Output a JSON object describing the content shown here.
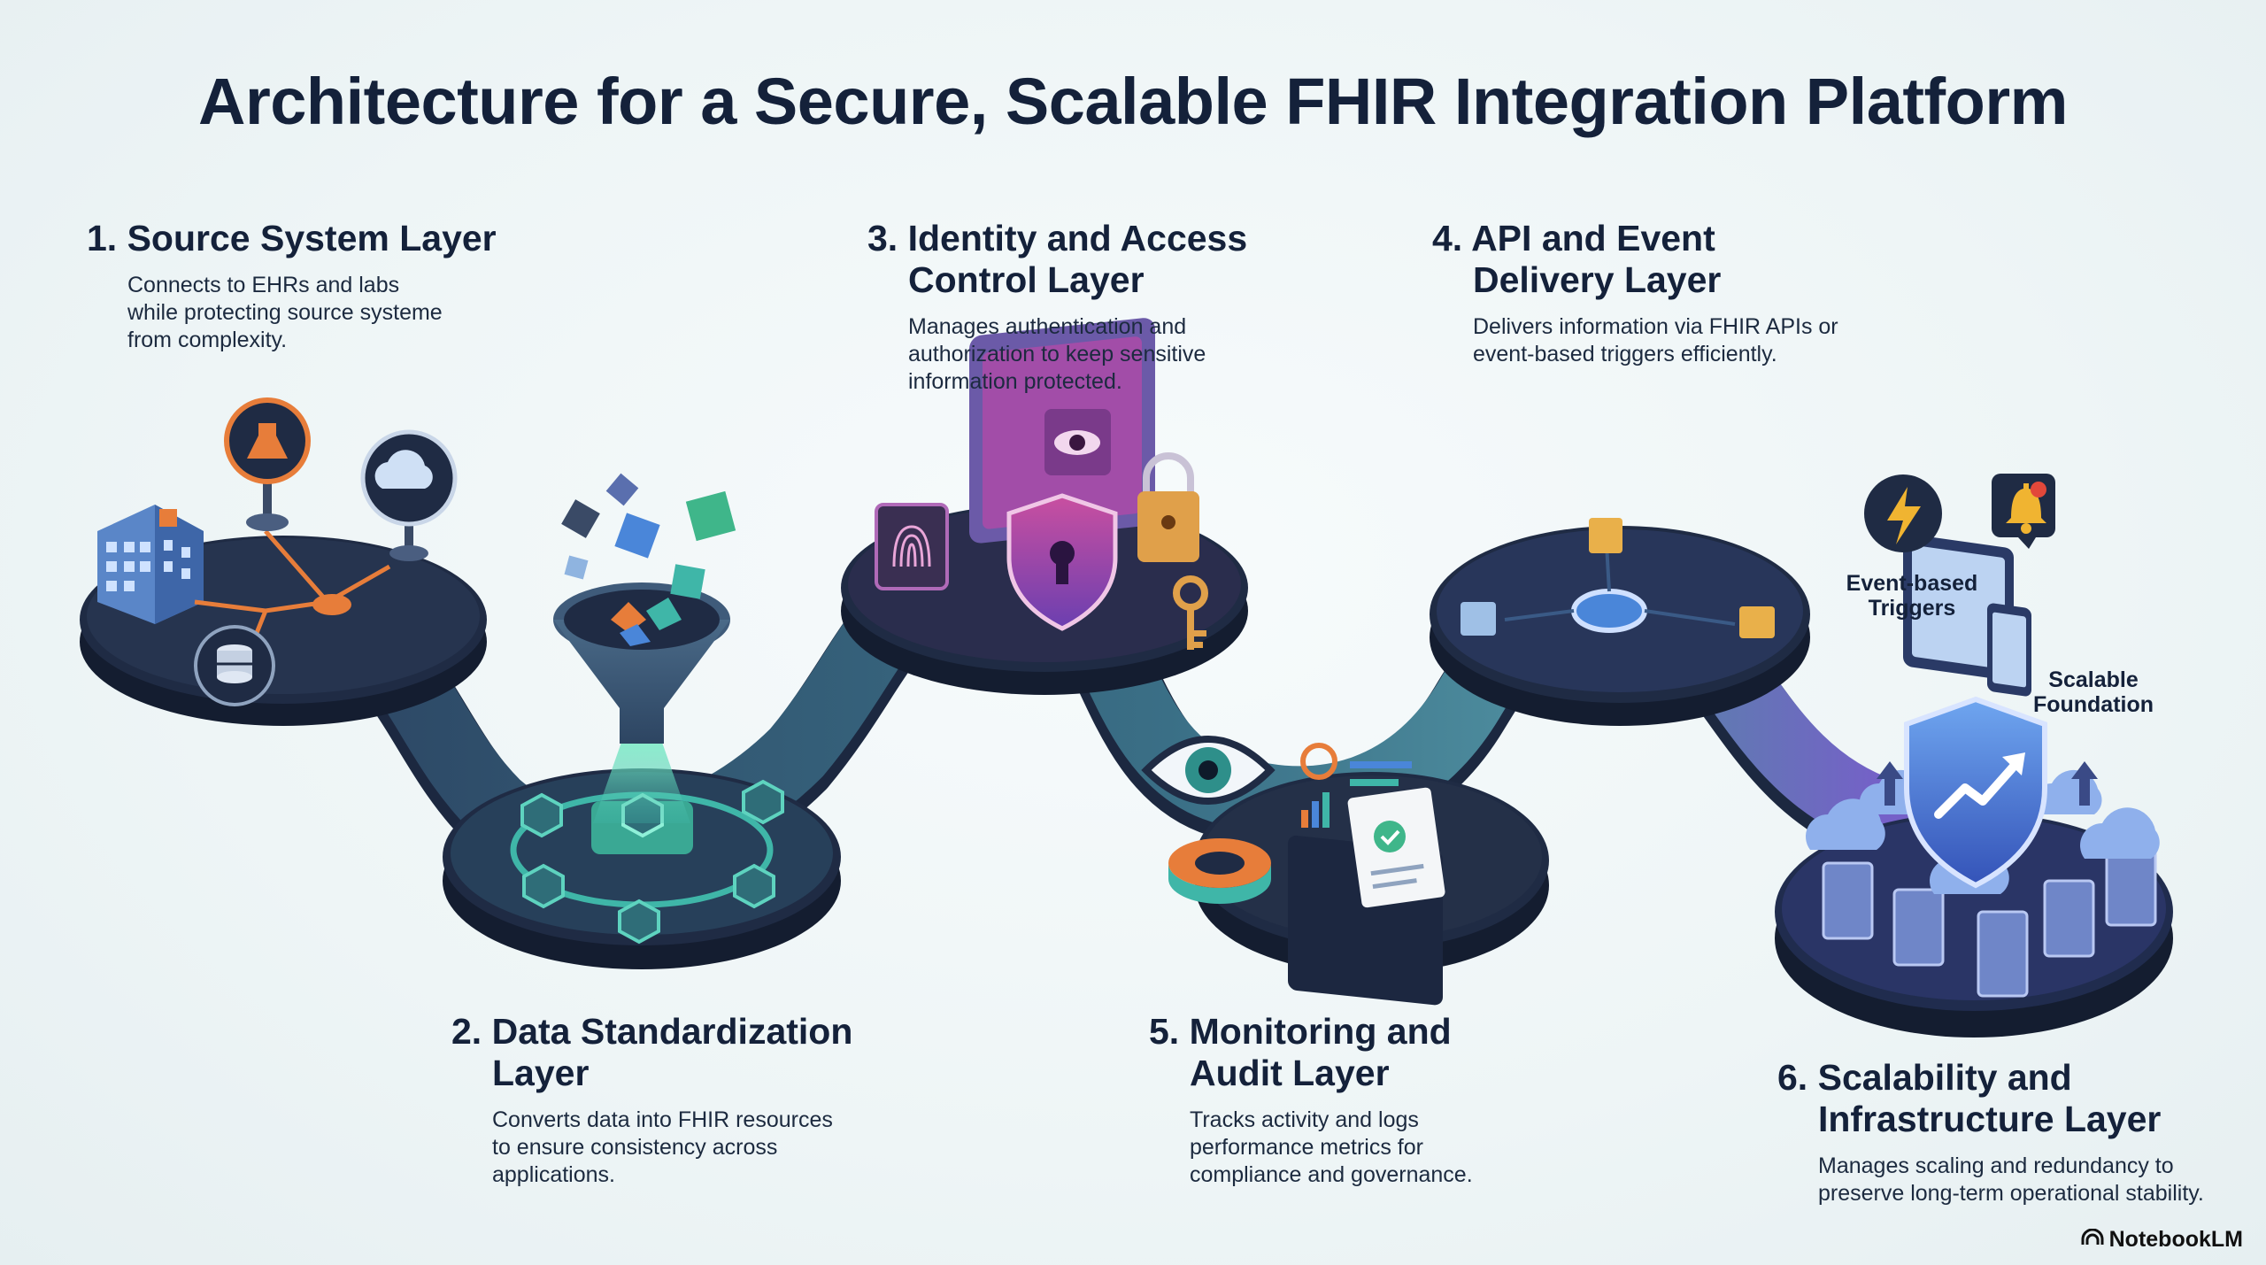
{
  "title": "Architecture for a Secure, Scalable FHIR Integration Platform",
  "layers": [
    {
      "heading": "1. Source System Layer",
      "description": "Connects to EHRs and labs while protecting source systeme from complexity."
    },
    {
      "heading_num": "2.",
      "heading_a": "Data Standardization",
      "heading_b": "Layer",
      "description": "Converts data into FHIR resources to ensure consistency across applications."
    },
    {
      "heading_num": "3.",
      "heading_a": "Identity and Access",
      "heading_b": "Control Layer",
      "description": "Manages authentication and authorization to keep sensitive information protected."
    },
    {
      "heading_num": "4.",
      "heading_a": "API and Event",
      "heading_b": "Delivery Layer",
      "description": "Delivers information via FHIR APIs or event-based triggers efficiently."
    },
    {
      "heading_num": "5.",
      "heading_a": "Monitoring and",
      "heading_b": "Audit Layer",
      "description": "Tracks activity and logs performance metrics for compliance and governance."
    },
    {
      "heading_num": "6.",
      "heading_a": "Scalability and",
      "heading_b": "Infrastructure Layer",
      "description": "Manages scaling and redundancy to preserve long-term operational stability."
    }
  ],
  "callouts": {
    "event_triggers": "Event-based Triggers",
    "scalable_foundation": "Scalable Foundation"
  },
  "brand": "NotebookLM",
  "colors": {
    "platform": "#1f2b44",
    "platform_top": "#2a3a58",
    "path": "#2f4a66",
    "teal": "#3fb6a8",
    "purple": "#7a5cc9",
    "orange": "#e77d3a",
    "blue": "#4a86d9"
  }
}
